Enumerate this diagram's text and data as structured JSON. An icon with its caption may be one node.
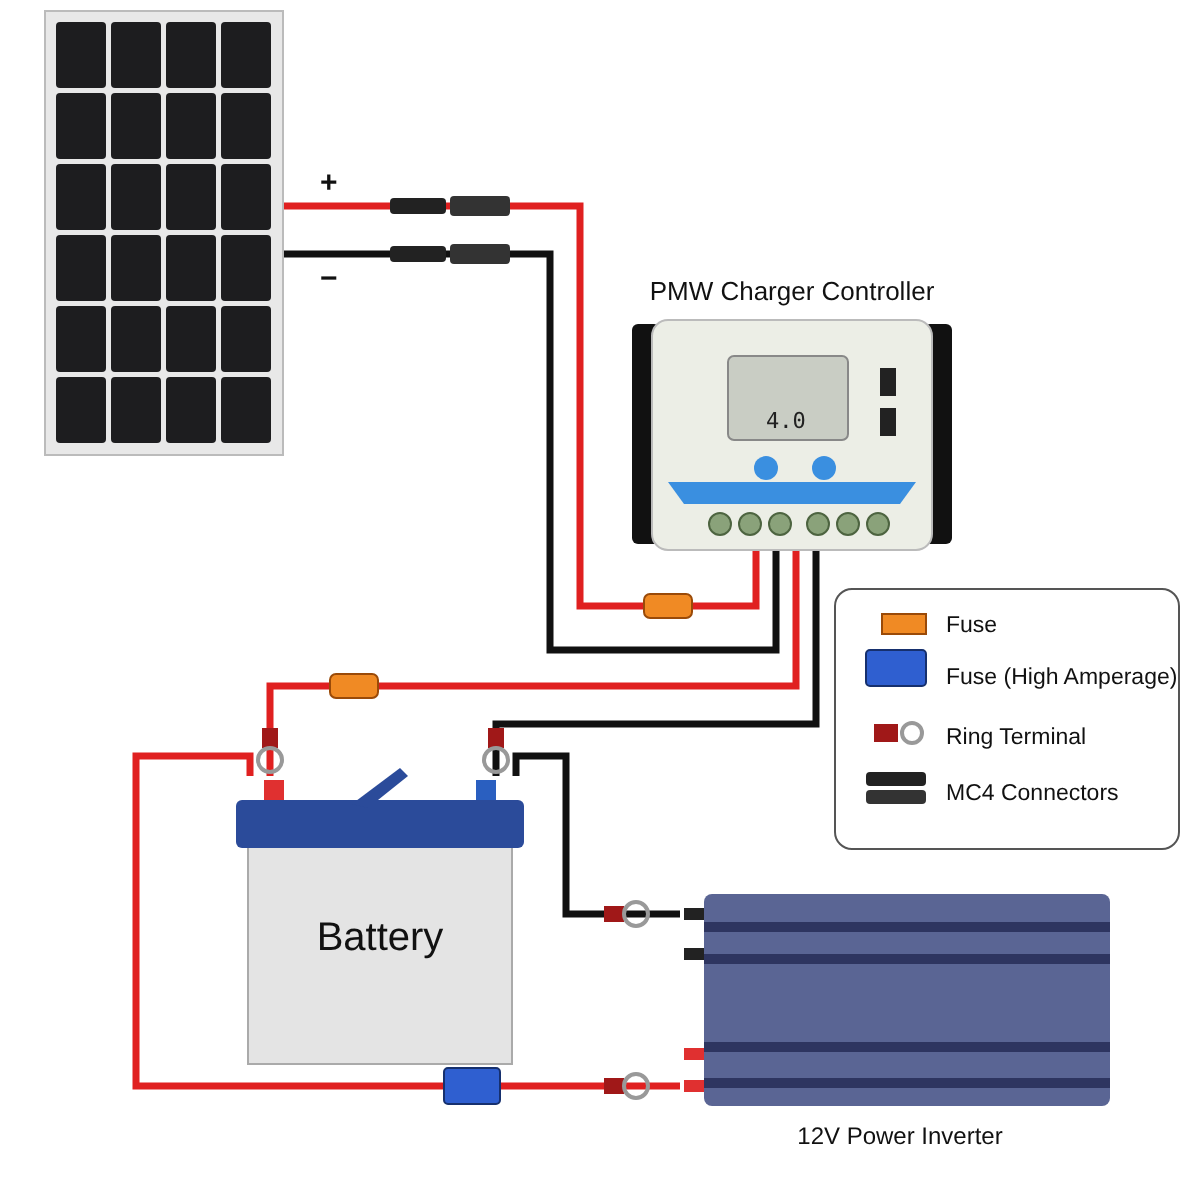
{
  "diagram": {
    "nodes": [
      {
        "text": [],
        "shape": "picture"
      },
      {
        "text": [
          "PMW Charger Controller"
        ]
      },
      {
        "text": [
          "Battery"
        ]
      },
      {
        "text": [
          "12V Power Inverter"
        ]
      }
    ],
    "edges": [
      {
        "from": 0,
        "to": 1,
        "arrow": "none",
        "label": "+",
        "color": "#e02020"
      },
      {
        "from": 0,
        "to": 1,
        "arrow": "none",
        "label": "−",
        "color": "#111111"
      },
      {
        "from": 1,
        "to": 2,
        "arrow": "none",
        "color": "#e02020"
      },
      {
        "from": 1,
        "to": 2,
        "arrow": "none",
        "color": "#111111"
      },
      {
        "from": 2,
        "to": 3,
        "arrow": "none",
        "color": "#111111"
      },
      {
        "from": 2,
        "to": 3,
        "arrow": "none",
        "color": "#e02020"
      }
    ],
    "labels": [
      "4.0"
    ],
    "legend": [
      {
        "text": "Fuse"
      },
      {
        "text": "Fuse (High Amperage)"
      },
      {
        "text": "Ring Terminal"
      },
      {
        "text": "MC4 Connectors"
      }
    ]
  }
}
